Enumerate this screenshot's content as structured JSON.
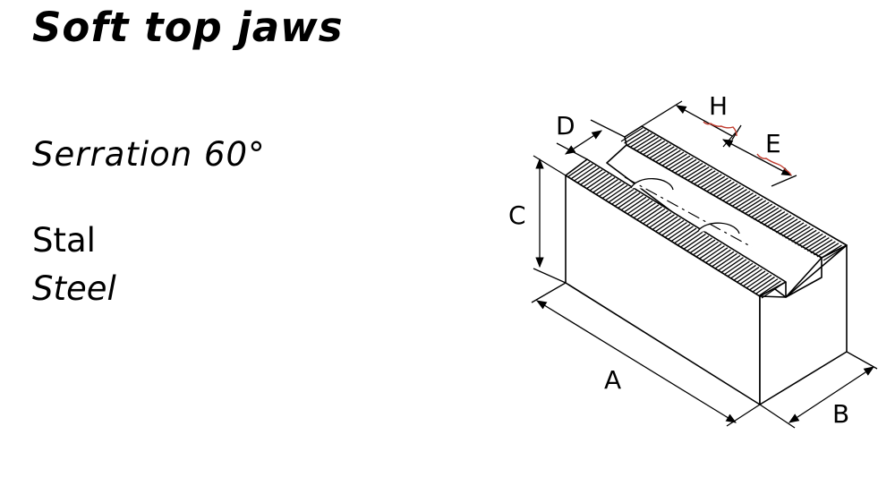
{
  "title": "Soft top jaws",
  "serration": "Serration 60°",
  "material_pl": "Stal",
  "material_en": "Steel",
  "dimensions": {
    "a": "A",
    "b": "B",
    "c": "C",
    "d": "D",
    "e": "E",
    "h": "H"
  },
  "colors": {
    "line": "#000000",
    "annotation": "#c0392b"
  }
}
